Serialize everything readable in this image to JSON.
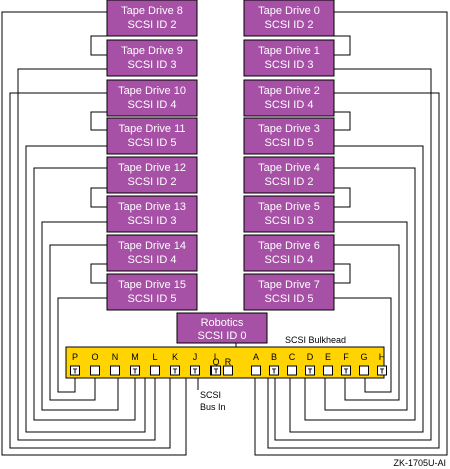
{
  "colors": {
    "drive": "#a650a6",
    "bulkhead": "#ffd400",
    "wire": "#000000"
  },
  "drives_left": [
    {
      "name": "Tape Drive 8",
      "id": "SCSI ID 2"
    },
    {
      "name": "Tape Drive 9",
      "id": "SCSI ID 3"
    },
    {
      "name": "Tape Drive 10",
      "id": "SCSI ID 4"
    },
    {
      "name": "Tape Drive 11",
      "id": "SCSI ID 5"
    },
    {
      "name": "Tape Drive 12",
      "id": "SCSI ID 2"
    },
    {
      "name": "Tape Drive 13",
      "id": "SCSI ID 3"
    },
    {
      "name": "Tape Drive 14",
      "id": "SCSI ID 4"
    },
    {
      "name": "Tape Drive 15",
      "id": "SCSI ID 5"
    }
  ],
  "drives_right": [
    {
      "name": "Tape Drive 0",
      "id": "SCSI ID 2"
    },
    {
      "name": "Tape Drive 1",
      "id": "SCSI ID 3"
    },
    {
      "name": "Tape Drive 2",
      "id": "SCSI ID 4"
    },
    {
      "name": "Tape Drive 3",
      "id": "SCSI ID 5"
    },
    {
      "name": "Tape Drive 4",
      "id": "SCSI ID 2"
    },
    {
      "name": "Tape Drive 5",
      "id": "SCSI ID 3"
    },
    {
      "name": "Tape Drive 6",
      "id": "SCSI ID 4"
    },
    {
      "name": "Tape Drive 7",
      "id": "SCSI ID 5"
    }
  ],
  "robotics": {
    "name": "Robotics",
    "id": "SCSI ID 0"
  },
  "bulkhead_label": "SCSI Bulkhead",
  "bus_in_label": [
    "SCSI",
    "Bus In"
  ],
  "left_ports": [
    "P",
    "O",
    "N",
    "M",
    "L",
    "K",
    "J",
    "I"
  ],
  "mid_ports": [
    "Q",
    "R"
  ],
  "right_ports": [
    "A",
    "B",
    "C",
    "D",
    "E",
    "F",
    "G",
    "H"
  ],
  "terminator_glyph": "T",
  "terminated_ports": [
    "P",
    "M",
    "K",
    "J",
    "Q",
    "B",
    "D",
    "F",
    "H"
  ],
  "figure_id": "ZK-1705U-AI"
}
